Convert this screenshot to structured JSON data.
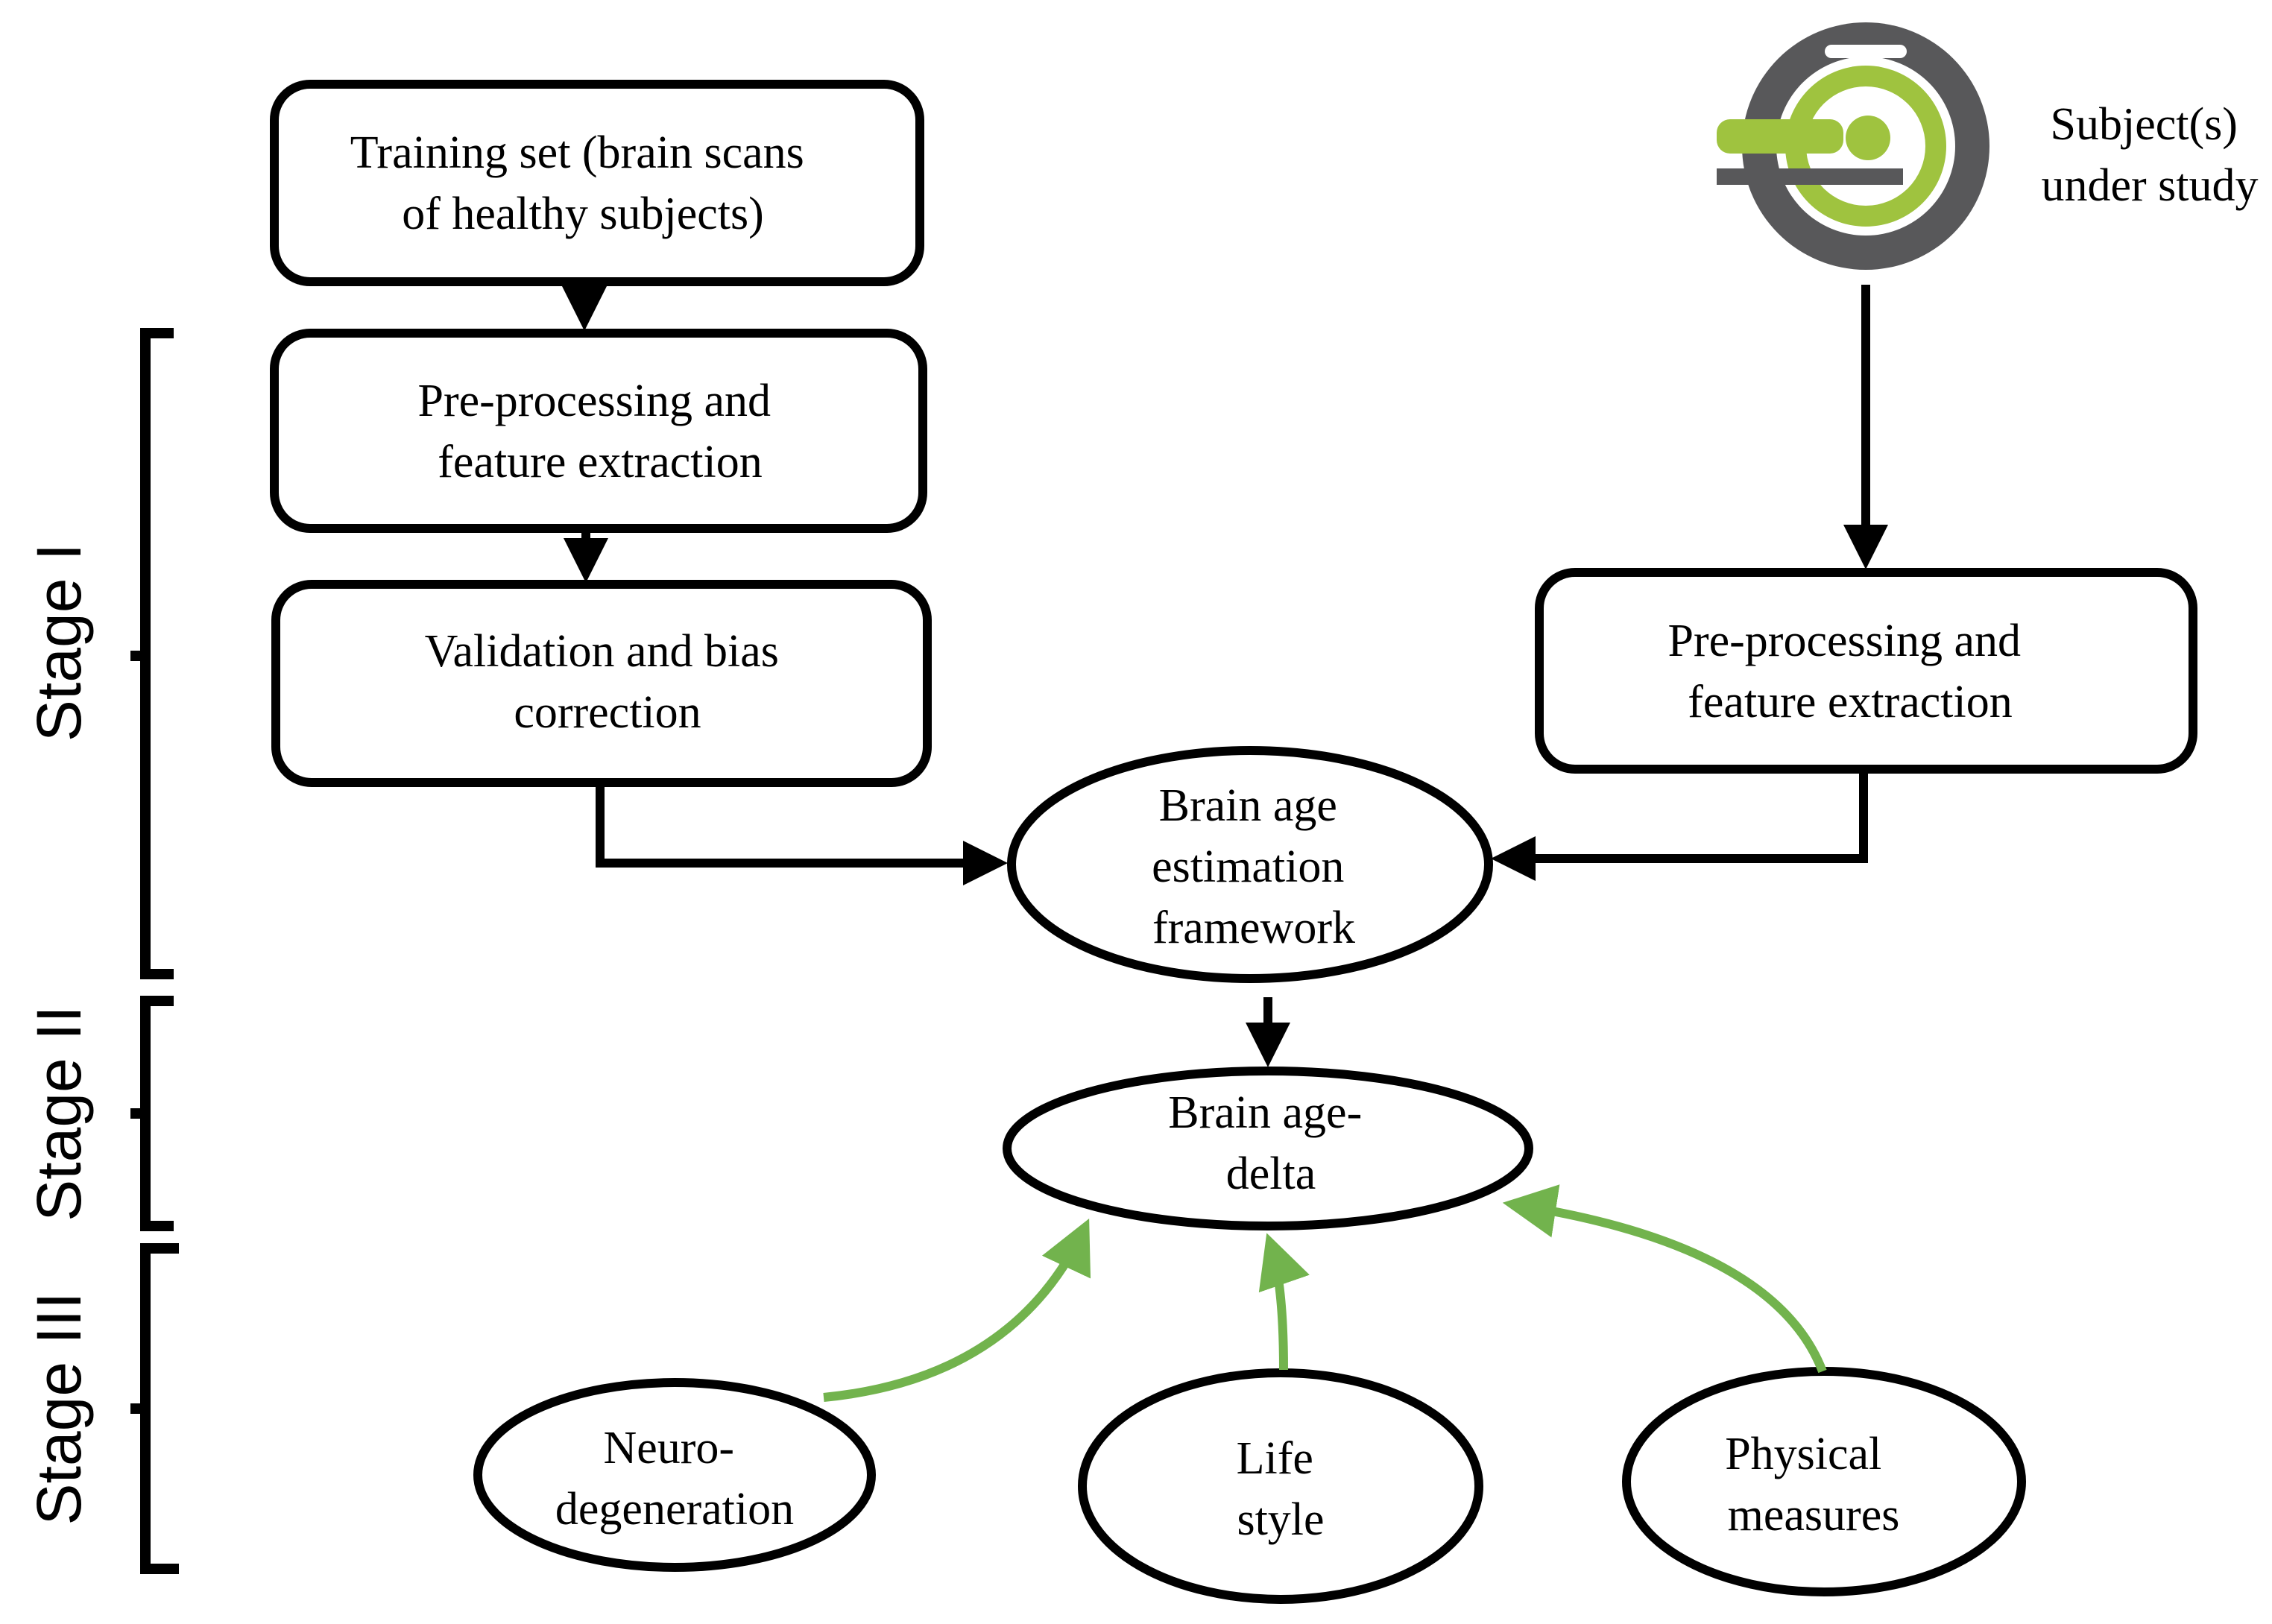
{
  "left_column": {
    "training_set": [
      "Training set (brain scans",
      "of healthy subjects)"
    ],
    "preprocessing": [
      "Pre-processing and",
      "feature extraction"
    ],
    "validation": [
      "Validation and bias",
      "correction"
    ]
  },
  "right_column": {
    "subjects_label": [
      "Subject(s)",
      "under study"
    ],
    "preprocessing": [
      "Pre-processing and",
      "feature extraction"
    ]
  },
  "center": {
    "estimation": [
      "Brain age",
      "estimation",
      "framework"
    ],
    "delta": [
      "Brain age-",
      "delta"
    ]
  },
  "factors": {
    "neuro": [
      "Neuro-",
      "degeneration"
    ],
    "lifestyle": [
      "Life",
      "style"
    ],
    "physical": [
      "Physical",
      "measures"
    ]
  },
  "stages": {
    "stage1": "Stage I",
    "stage2": "Stage II",
    "stage3": "Stage III"
  },
  "colors": {
    "scanner_ring": "#58585a",
    "scanner_accent": "#9fc33f",
    "green_arrow": "#72b34d",
    "stroke": "#000000"
  },
  "icons": {
    "scanner": "mri-scanner-icon"
  }
}
